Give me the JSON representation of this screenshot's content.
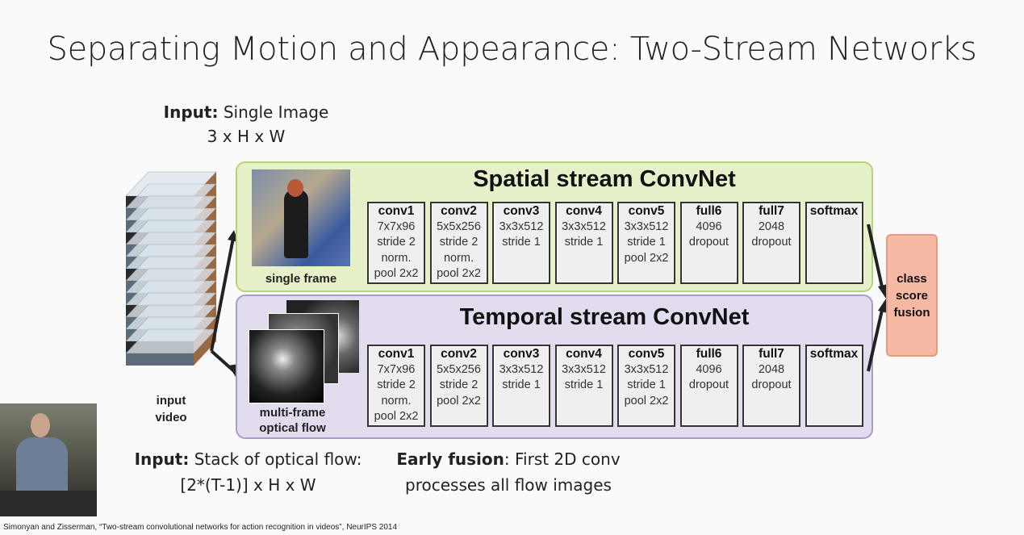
{
  "title": "Separating Motion and Appearance: Two-Stream Networks",
  "input_top": {
    "bold": "Input:",
    "text": " Single Image",
    "dims": "3 x H x W"
  },
  "video_label": [
    "input",
    "video"
  ],
  "spatial": {
    "title": "Spatial stream ConvNet",
    "image_label": "single frame",
    "layers": [
      {
        "name": "conv1",
        "lines": [
          "7x7x96",
          "stride 2",
          "norm.",
          "pool 2x2"
        ]
      },
      {
        "name": "conv2",
        "lines": [
          "5x5x256",
          "stride 2",
          "norm.",
          "pool 2x2"
        ]
      },
      {
        "name": "conv3",
        "lines": [
          "3x3x512",
          "stride 1"
        ]
      },
      {
        "name": "conv4",
        "lines": [
          "3x3x512",
          "stride 1"
        ]
      },
      {
        "name": "conv5",
        "lines": [
          "3x3x512",
          "stride 1",
          "pool 2x2"
        ]
      },
      {
        "name": "full6",
        "lines": [
          "4096",
          "dropout"
        ]
      },
      {
        "name": "full7",
        "lines": [
          "2048",
          "dropout"
        ]
      },
      {
        "name": "softmax",
        "lines": []
      }
    ]
  },
  "temporal": {
    "title": "Temporal stream ConvNet",
    "image_label": [
      "multi-frame",
      "optical flow"
    ],
    "layers": [
      {
        "name": "conv1",
        "lines": [
          "7x7x96",
          "stride 2",
          "norm.",
          "pool 2x2"
        ]
      },
      {
        "name": "conv2",
        "lines": [
          "5x5x256",
          "stride 2",
          "pool 2x2"
        ]
      },
      {
        "name": "conv3",
        "lines": [
          "3x3x512",
          "stride 1"
        ]
      },
      {
        "name": "conv4",
        "lines": [
          "3x3x512",
          "stride 1"
        ]
      },
      {
        "name": "conv5",
        "lines": [
          "3x3x512",
          "stride 1",
          "pool 2x2"
        ]
      },
      {
        "name": "full6",
        "lines": [
          "4096",
          "dropout"
        ]
      },
      {
        "name": "full7",
        "lines": [
          "2048",
          "dropout"
        ]
      },
      {
        "name": "softmax",
        "lines": []
      }
    ]
  },
  "fusion": [
    "class",
    "score",
    "fusion"
  ],
  "input_bottom": {
    "bold": "Input:",
    "text": " Stack of optical flow:",
    "dims": "[2*(T-1)] x H x W"
  },
  "early_fusion": {
    "bold": "Early fusion",
    "text": ": First 2D conv",
    "line2": "processes all flow images"
  },
  "citation": "Simonyan and Zisserman, “Two-stream convolutional networks for action recognition in videos”, NeurIPS 2014"
}
